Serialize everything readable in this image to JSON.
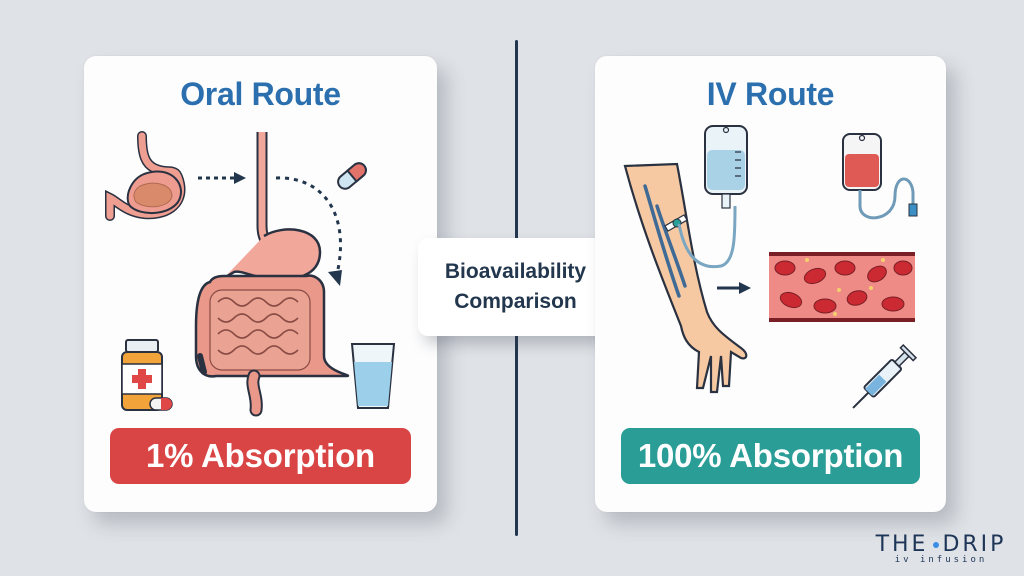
{
  "oral": {
    "title": "Oral Route",
    "absorption": "1% Absorption",
    "absorption_value": 1,
    "badge_color": "#d94545",
    "icons": [
      "stomach-icon",
      "capsule-icon",
      "digestive-tract-icon",
      "pill-bottle-icon",
      "water-glass-icon"
    ]
  },
  "iv": {
    "title": "IV Route",
    "absorption": "100% Absorption",
    "absorption_value": 100,
    "badge_color": "#2a9d97",
    "icons": [
      "arm-with-iv-icon",
      "iv-bag-icon",
      "blood-bag-icon",
      "blood-vessel-icon",
      "syringe-icon"
    ]
  },
  "center": {
    "line1": "Bioavailability",
    "line2": "Comparison"
  },
  "logo": {
    "main_left": "THE",
    "main_right": "DRIP",
    "sub": "iv infusion"
  },
  "colors": {
    "title_blue": "#2b6fae",
    "navy": "#22364d",
    "background": "#dfe2e6"
  }
}
